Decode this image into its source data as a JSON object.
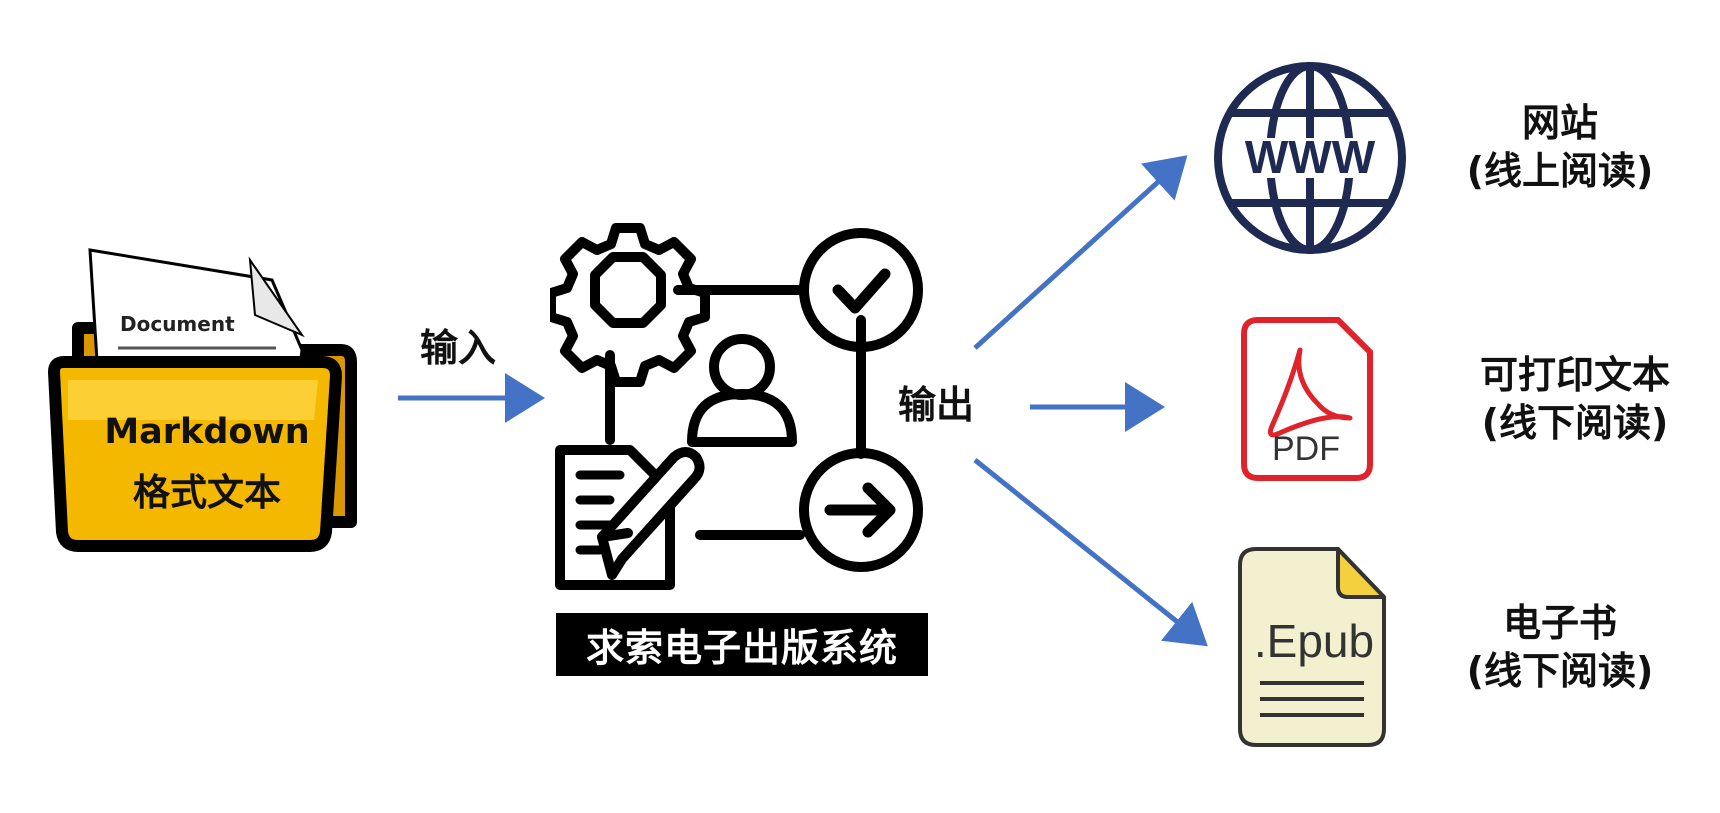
{
  "input": {
    "document_label": "Document",
    "folder_line1": "Markdown",
    "folder_line2": "格式文本",
    "arrow_label": "输入"
  },
  "system": {
    "title": "求索电子出版系统",
    "output_label": "输出"
  },
  "outputs": [
    {
      "icon": "www-globe-icon",
      "line1": "网站",
      "line2": "(线上阅读)"
    },
    {
      "icon": "pdf-file-icon",
      "icon_text": "PDF",
      "line1": "可打印文本",
      "line2": "(线下阅读)"
    },
    {
      "icon": "epub-file-icon",
      "icon_text": ".Epub",
      "line1": "电子书",
      "line2": "(线下阅读)"
    }
  ],
  "colors": {
    "arrow": "#4472c4",
    "folder": "#f5b800",
    "pdf_accent": "#e0232b",
    "epub_fill": "#f3f0cf",
    "globe": "#1f2a52"
  }
}
